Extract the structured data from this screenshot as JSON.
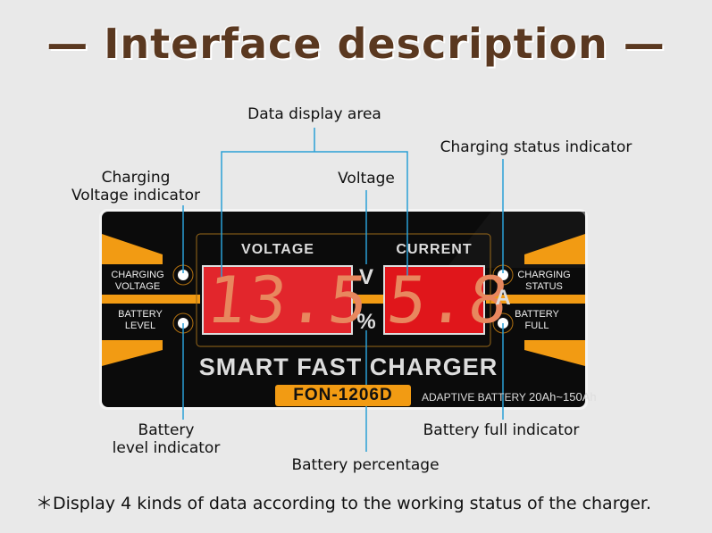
{
  "title": "— Interface description —",
  "callouts": {
    "data_display_area": "Data display area",
    "voltage": "Voltage",
    "charging_status_indicator": "Charging status indicator",
    "charging_voltage_indicator_1": "Charging",
    "charging_voltage_indicator_2": "Voltage indicator",
    "battery_level_indicator_1": "Battery",
    "battery_level_indicator_2": "level indicator",
    "battery_percentage": "Battery percentage",
    "battery_full_indicator": "Battery full indicator"
  },
  "panel": {
    "voltage_header": "VOLTAGE",
    "current_header": "CURRENT",
    "voltage_value": "13.5",
    "current_value": "5.8",
    "unit_v": "V",
    "unit_percent": "%",
    "unit_a": "A",
    "led_labels": {
      "charging_voltage_1": "CHARGING",
      "charging_voltage_2": "VOLTAGE",
      "battery_level_1": "BATTERY",
      "battery_level_2": "LEVEL",
      "charging_status_1": "CHARGING",
      "charging_status_2": "STATUS",
      "battery_full_1": "BATTERY",
      "battery_full_2": "FULL"
    },
    "brand": "SMART FAST CHARGER",
    "model": "FON-1206D",
    "adaptive_label": "ADAPTIVE BATTERY",
    "adaptive_range": "20Ah~150Ah"
  },
  "footnote": "＊Display 4 kinds of data according to the working status of the charger.",
  "colors": {
    "accent_orange": "#f29b13",
    "callout_line": "#2a9fd6",
    "display_red": "#e01a1f",
    "title_brown": "#5a3820"
  }
}
